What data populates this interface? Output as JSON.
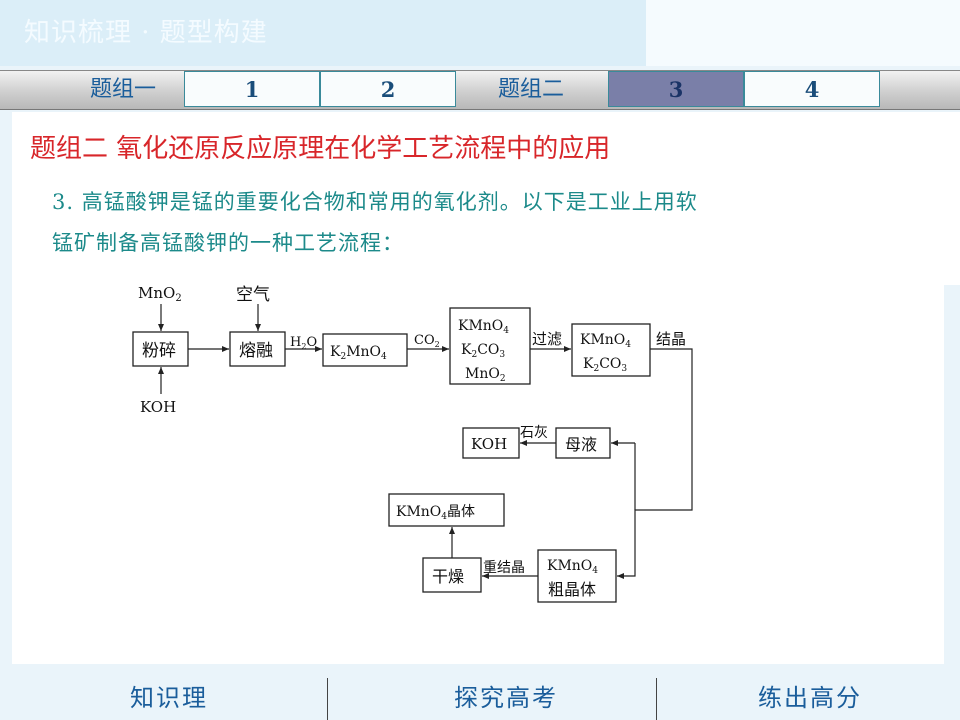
{
  "header": {
    "title": "知识梳理 · 题型构建"
  },
  "tabs": {
    "group1_label": "题组一",
    "group2_label": "题组二",
    "items": [
      "1",
      "2",
      "3",
      "4"
    ],
    "active": "3"
  },
  "section": {
    "title": "题组二  氧化还原反应原理在化学工艺流程中的应用"
  },
  "question": {
    "line1": "3.  高锰酸钾是锰的重要化合物和常用的氧化剂。以下是工业上用软",
    "line2": "锰矿制备高锰酸钾的一种工艺流程："
  },
  "flow": {
    "mno2": "MnO",
    "air": "空气",
    "koh_in": "KOH",
    "grind": "粉碎",
    "melt": "熔融",
    "h2o": "H",
    "k2mno4": "K",
    "co2": "CO",
    "mix1": [
      "KMnO",
      "K",
      "MnO"
    ],
    "filter": "过滤",
    "mix2": [
      "KMnO",
      "K"
    ],
    "crystallize": "结晶",
    "mother_liquor": "母液",
    "lime": "石灰",
    "koh_out": "KOH",
    "crystal": "KMnO",
    "crystal_suffix": "晶体",
    "crude": [
      "KMnO",
      "粗晶体"
    ],
    "recrystallize": "重结晶",
    "dry": "干燥"
  },
  "footer": {
    "items": [
      "知识理",
      "探究高考",
      "练出高分"
    ]
  }
}
